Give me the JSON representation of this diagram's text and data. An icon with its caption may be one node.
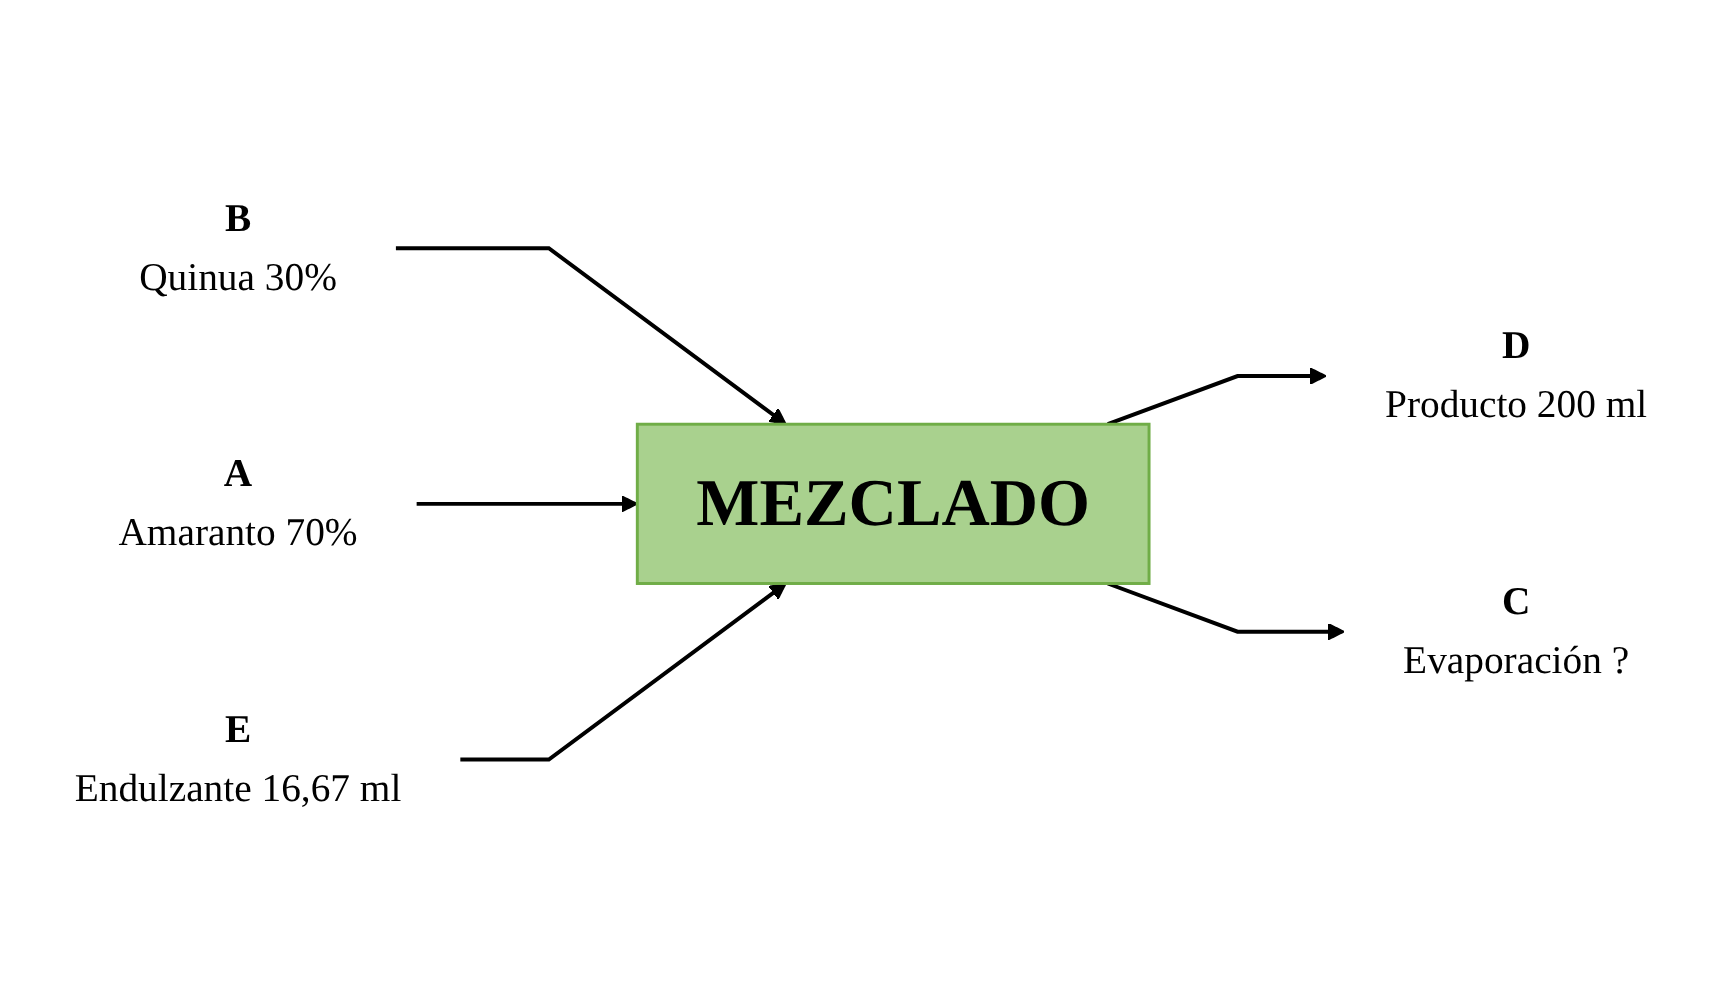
{
  "diagram": {
    "nodes": [
      {
        "text": [
          "B",
          "Quinua 30%"
        ]
      },
      {
        "text": [
          "A",
          "Amaranto 70%"
        ]
      },
      {
        "text": [
          "MEZCLADO"
        ]
      },
      {
        "text": [
          "D",
          "Producto 200 ml"
        ]
      },
      {
        "text": [
          "E",
          "Endulzante 16,67 ml"
        ]
      },
      {
        "text": [
          "C",
          "Evaporación ?"
        ]
      }
    ],
    "edges": [
      {
        "from": 0,
        "to": 2,
        "arrow": "to"
      },
      {
        "from": 1,
        "to": 2,
        "arrow": "to"
      },
      {
        "from": 2,
        "to": 3,
        "arrow": "to"
      },
      {
        "from": 4,
        "to": 2,
        "arrow": "to"
      },
      {
        "from": 2,
        "to": 5,
        "arrow": "to"
      }
    ]
  }
}
